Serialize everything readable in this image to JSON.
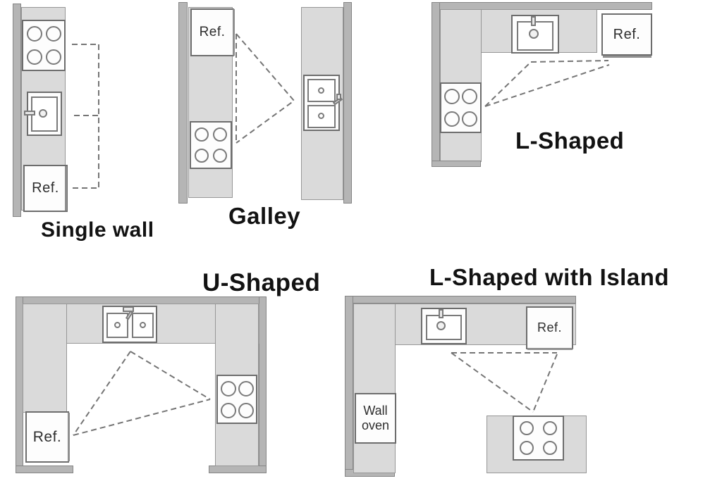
{
  "palette": {
    "background": "#ffffff",
    "counter_fill": "#dadada",
    "wall_fill": "#b5b5b5",
    "outline": "#868686",
    "appliance_fill": "#fdfdfd",
    "appliance_border": "#6d6d6d",
    "work_triangle_dash": "#757575",
    "text": "#121212"
  },
  "panels": {
    "single_wall": {
      "title": "Single wall",
      "fridge_label": "Ref."
    },
    "galley": {
      "title": "Galley",
      "fridge_label": "Ref."
    },
    "l_shaped": {
      "title": "L-Shaped",
      "fridge_label": "Ref."
    },
    "u_shaped": {
      "title": "U-Shaped",
      "fridge_label": "Ref."
    },
    "l_shaped_with_island": {
      "title": "L-Shaped with Island",
      "fridge_label": "Ref.",
      "wall_oven_label": "Wall oven"
    }
  }
}
